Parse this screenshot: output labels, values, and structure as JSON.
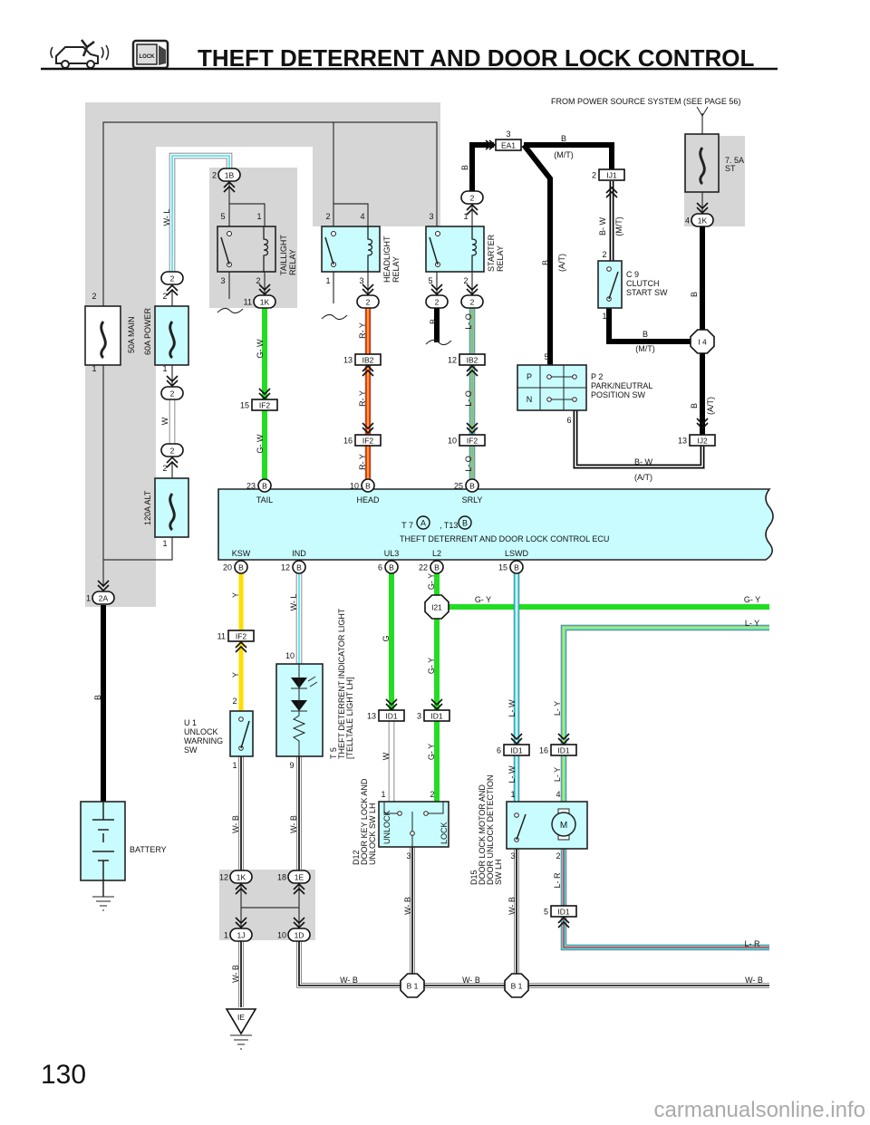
{
  "header": {
    "title": "THEFT DETERRENT AND DOOR LOCK CONTROL",
    "icons": [
      "car-alarm-icon",
      "door-lock-icon"
    ],
    "logo_text": "LOCK"
  },
  "page_number": "130",
  "watermark": "carmanualsonline.info",
  "power_note": "FROM POWER SOURCE SYSTEM (SEE PAGE 56)",
  "color_codes": {
    "B": "#000000",
    "W": "#ffffff",
    "L": "#3fe0f0",
    "G": "#22dd22",
    "Y": "#ffdd00",
    "R": "#ff2a2a",
    "O": "#ff9a00",
    "box_fill": "#c8fcff",
    "shade": "#d6d6d6"
  },
  "components": {
    "fuse_main": "50A MAIN",
    "fuse_power": "60A POWER",
    "fuse_alt": "120A ALT",
    "fuse_st": [
      "7. 5A",
      "ST"
    ],
    "taillight_relay": [
      "TAILLIGHT",
      "RELAY"
    ],
    "headlight_relay": [
      "HEADLIGHT",
      "RELAY"
    ],
    "starter_relay": [
      "STARTER",
      "RELAY"
    ],
    "clutch_sw": [
      "C 9",
      "CLUTCH",
      "START SW"
    ],
    "pn_sw": [
      "P 2",
      "PARK/NEUTRAL",
      "POSITION SW"
    ],
    "pn_positions": [
      "P",
      "N"
    ],
    "ecu": {
      "conn_a_prefix": "T 7",
      "conn_a": "A",
      "conn_b_prefix": ", T13",
      "conn_b": "B",
      "name": "THEFT DETERRENT AND DOOR LOCK CONTROL ECU",
      "top_terminals": [
        "TAIL",
        "HEAD",
        "SRLY"
      ],
      "bottom_terminals": [
        "KSW",
        "IND",
        "UL3",
        "L2",
        "LSWD"
      ]
    },
    "unlock_sw": [
      "U 1",
      "UNLOCK",
      "WARNING",
      "SW"
    ],
    "indicator": [
      "T 5",
      "THEFT DETERRENT INDICATOR LIGHT",
      "[TELLTALE LIGHT LH]"
    ],
    "key_sw": [
      "D12",
      "DOOR KEY LOCK AND",
      "UNLOCK SW LH"
    ],
    "key_sw_positions": [
      "UNLOCK",
      "LOCK"
    ],
    "motor": [
      "D15",
      "DOOR LOCK MOTOR AND",
      "DOOR UNLOCK DETECTION",
      "SW LH"
    ],
    "motor_symbol": "M",
    "battery": "BATTERY"
  },
  "connectors": [
    {
      "pin": "2",
      "id": "1B"
    },
    {
      "pin": "11",
      "id": "1K"
    },
    {
      "pin": "",
      "id": "2"
    },
    {
      "pin": "",
      "id": "2"
    },
    {
      "pin": "",
      "id": "2"
    },
    {
      "pin": "",
      "id": "2"
    },
    {
      "pin": "",
      "id": "2"
    },
    {
      "pin": "",
      "id": "2"
    },
    {
      "pin": "",
      "id": "2"
    },
    {
      "pin": "4",
      "id": "1K"
    },
    {
      "pin": "1",
      "id": "2A"
    },
    {
      "pin": "12",
      "id": "1K"
    },
    {
      "pin": "18",
      "id": "1E"
    },
    {
      "pin": "1",
      "id": "1J"
    },
    {
      "pin": "10",
      "id": "1D"
    },
    {
      "pin": "3",
      "id": "EA1"
    },
    {
      "pin": "2",
      "id": "IJ1"
    },
    {
      "pin": "13",
      "id": "IJ2"
    },
    {
      "pin": "15",
      "id": "IF2"
    },
    {
      "pin": "13",
      "id": "IB2"
    },
    {
      "pin": "16",
      "id": "IF2"
    },
    {
      "pin": "12",
      "id": "IB2"
    },
    {
      "pin": "10",
      "id": "IF2"
    },
    {
      "pin": "11",
      "id": "IF2"
    },
    {
      "pin": "13",
      "id": "ID1"
    },
    {
      "pin": "3",
      "id": "ID1"
    },
    {
      "pin": "6",
      "id": "ID1"
    },
    {
      "pin": "16",
      "id": "ID1"
    },
    {
      "pin": "5",
      "id": "ID1"
    },
    {
      "pin": "23",
      "id": "B"
    },
    {
      "pin": "10",
      "id": "B"
    },
    {
      "pin": "25",
      "id": "B"
    },
    {
      "pin": "20",
      "id": "B"
    },
    {
      "pin": "12",
      "id": "B"
    },
    {
      "pin": "6",
      "id": "B"
    },
    {
      "pin": "22",
      "id": "B"
    },
    {
      "pin": "15",
      "id": "B"
    }
  ],
  "junctions": [
    "I 4",
    "I21",
    "B 1",
    "B 1",
    "IE"
  ],
  "wire_labels": [
    "W- L",
    "G- W",
    "G- W",
    "R- Y",
    "R- Y",
    "R- Y",
    "B",
    "B",
    "L- O",
    "L- O",
    "L- O",
    "B",
    "(M/T)",
    "B",
    "(A/T)",
    "B- W",
    "(M/T)",
    "B",
    "B",
    "(M/T)",
    "B",
    "(A/T)",
    "B- W",
    "(A/T)",
    "W",
    "Y",
    "Y",
    "W- L",
    "G",
    "G- Y",
    "G- Y",
    "G- Y",
    "L- Y",
    "G- Y",
    "G- Y",
    "W",
    "L- W",
    "L- Y",
    "L- W",
    "L- Y",
    "L- R",
    "W- B",
    "W- B",
    "W- B",
    "W- B",
    "W- B",
    "W- B",
    "W- B",
    "W- B",
    "L- R",
    "B"
  ],
  "pins": [
    "2",
    "1",
    "2",
    "1",
    "2",
    "1",
    "5",
    "1",
    "3",
    "2",
    "2",
    "4",
    "1",
    "3",
    "3",
    "1",
    "5",
    "2",
    "2",
    "1",
    "5",
    "6",
    "10",
    "9",
    "2",
    "1",
    "1",
    "2",
    "3",
    "1",
    "4",
    "3",
    "2"
  ]
}
